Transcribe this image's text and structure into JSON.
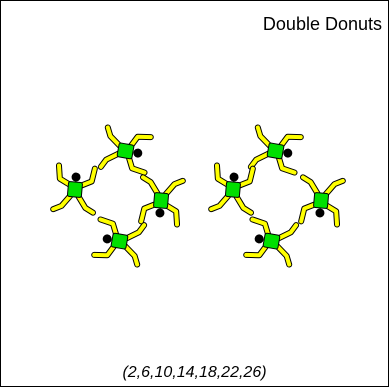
{
  "title": "Double Donuts",
  "caption": "(2,6,10,14,18,22,26)",
  "colors": {
    "body": "#00e000",
    "limb": "#ffff00",
    "head": "#000000",
    "outline": "#000000"
  },
  "formation": {
    "groups": 2,
    "jumpers_per_group": 4
  }
}
